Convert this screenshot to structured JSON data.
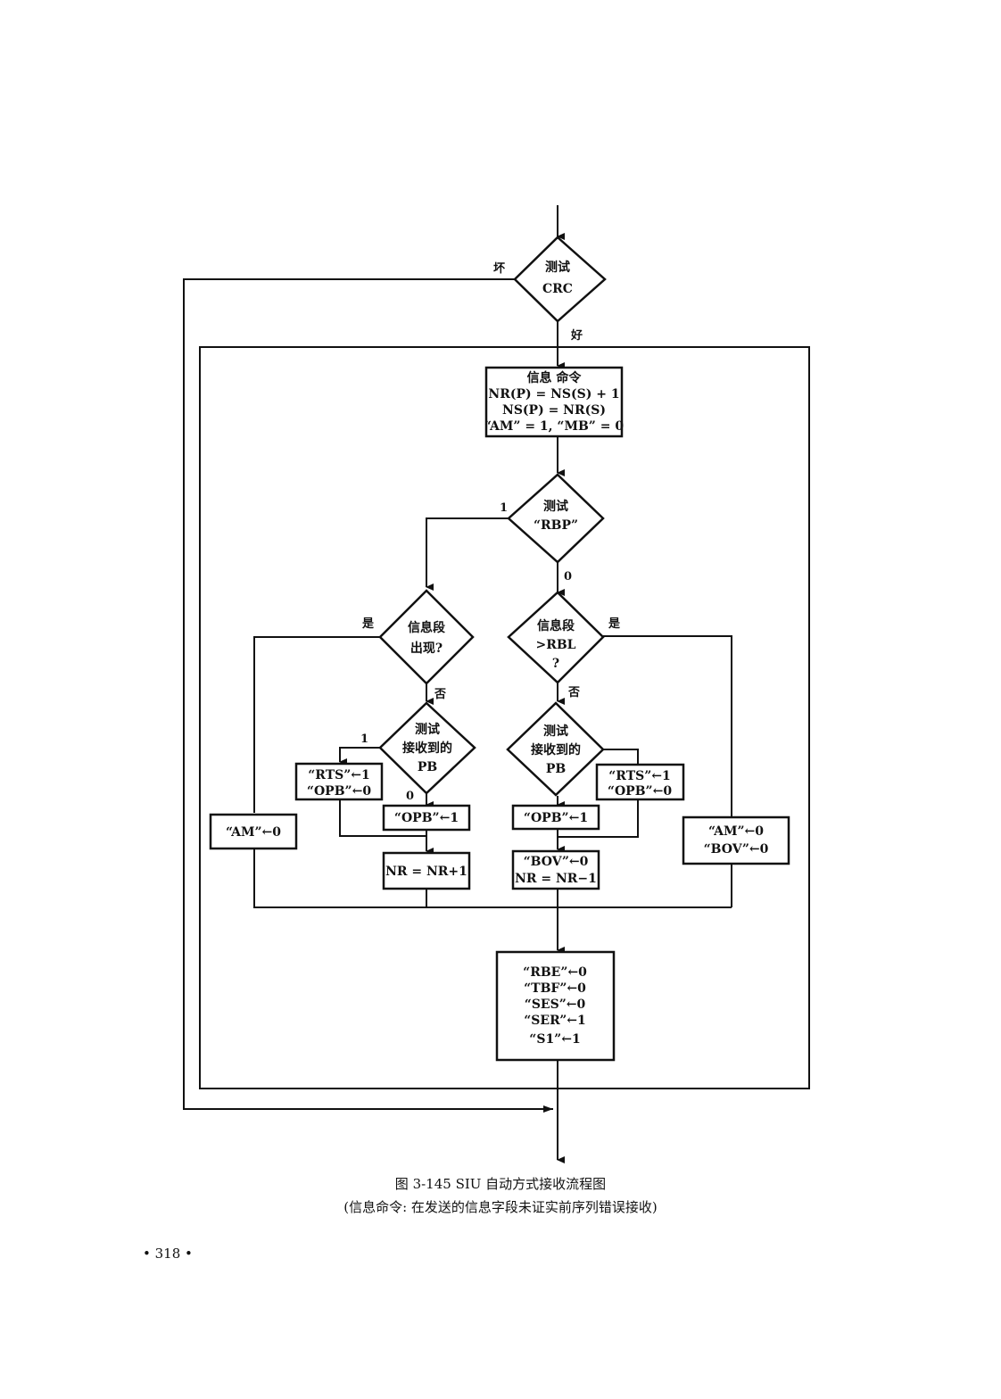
{
  "nodes": {
    "crc": [
      "测试",
      "CRC"
    ],
    "info_cmd": [
      "信息 命令",
      "NR(P) = NS(S) + 1",
      "NS(P) = NR(S)",
      "“AM” = 1, “MB” = 0"
    ],
    "rbp": [
      "测试",
      "“RBP”"
    ],
    "info_present": [
      "信息段",
      "出现?"
    ],
    "info_gt_rbl": [
      "信息段",
      ">RBL",
      "?"
    ],
    "pb_left": [
      "测试",
      "接收到的",
      "PB"
    ],
    "pb_right": [
      "测试",
      "接收到的",
      "PB"
    ],
    "rts_opb_left": [
      "“RTS”←1",
      "“OPB”←0"
    ],
    "rts_opb_right": [
      "“RTS”←1",
      "“OPB”←0"
    ],
    "opb_left": "“OPB”←1",
    "opb_right": "“OPB”←1",
    "am_left": "“AM”←0",
    "am_bov_right": [
      "“AM”←0",
      "“BOV”←0"
    ],
    "nr_inc": "NR = NR+1",
    "bov_nr_dec": [
      "“BOV”←0",
      "NR = NR−1"
    ],
    "final": [
      "“RBE”←0",
      "“TBF”←0",
      "“SES”←0",
      "“SER”←1",
      "“S1”←1"
    ]
  },
  "labels": {
    "bad": "坏",
    "good": "好",
    "rbp_one": "1",
    "rbp_zero": "0",
    "yes_left": "是",
    "no_left": "否",
    "yes_right": "是",
    "no_right": "否",
    "pb_left_one": "1",
    "pb_left_zero": "0"
  },
  "caption": {
    "title": "图 3-145   SIU 自动方式接收流程图",
    "note": "(信息命令: 在发送的信息字段未证实前序列错误接收)"
  },
  "page_number": "• 318 •"
}
